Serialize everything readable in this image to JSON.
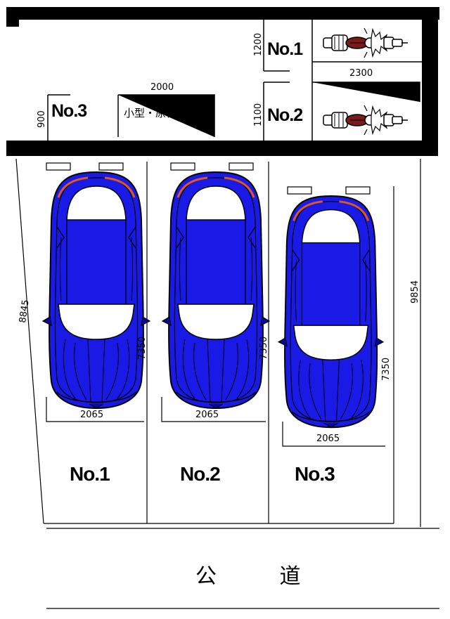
{
  "bike_area": {
    "slot1": {
      "label": "No.1",
      "depth": "1200"
    },
    "slot2": {
      "label": "No.2",
      "depth": "1100"
    },
    "bike_width": "2300",
    "slot3": {
      "label": "No.3",
      "depth": "900",
      "width": "2000",
      "type": "小型・原付"
    }
  },
  "car_area": {
    "left_side_length": "8845",
    "right_side_length": "9854",
    "spaces": [
      {
        "label": "No.1",
        "width": "2065",
        "length": "7350"
      },
      {
        "label": "No.2",
        "width": "2065",
        "length": "7350"
      },
      {
        "label": "No.3",
        "width": "2065",
        "length": "7350"
      }
    ]
  },
  "road_label": "公 道",
  "colors": {
    "car_body": "#1a1ae6",
    "car_dark": "#0a0a99",
    "accent": "#e2571e",
    "bike_seat": "#7a1a1a",
    "wall": "#000000"
  }
}
